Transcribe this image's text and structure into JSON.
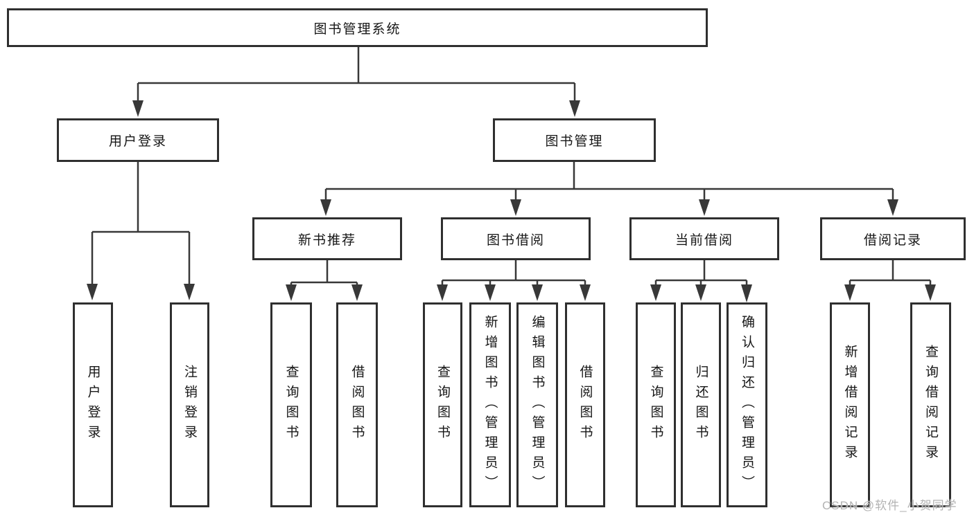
{
  "diagram": {
    "title": "图书管理系统",
    "level2": [
      {
        "label": "用户登录"
      },
      {
        "label": "图书管理"
      }
    ],
    "level3": [
      {
        "label": "新书推荐"
      },
      {
        "label": "图书借阅"
      },
      {
        "label": "当前借阅"
      },
      {
        "label": "借阅记录"
      }
    ],
    "leaves": [
      {
        "label": "用户登录"
      },
      {
        "label": "注销登录"
      },
      {
        "label": "查询图书"
      },
      {
        "label": "借阅图书"
      },
      {
        "label": "查询图书"
      },
      {
        "label": "新增图书（管理员）"
      },
      {
        "label": "编辑图书（管理员）"
      },
      {
        "label": "借阅图书"
      },
      {
        "label": "查询图书"
      },
      {
        "label": "归还图书"
      },
      {
        "label": "确认归还（管理员）"
      },
      {
        "label": "新增借阅记录"
      },
      {
        "label": "查询借阅记录"
      }
    ]
  },
  "watermark": "CSDN @软件_小贺同学",
  "colors": {
    "line": "#383838",
    "box_border": "#2f2f2f",
    "text": "#161616",
    "background": "#ffffff",
    "watermark": "#b3b3b3"
  }
}
